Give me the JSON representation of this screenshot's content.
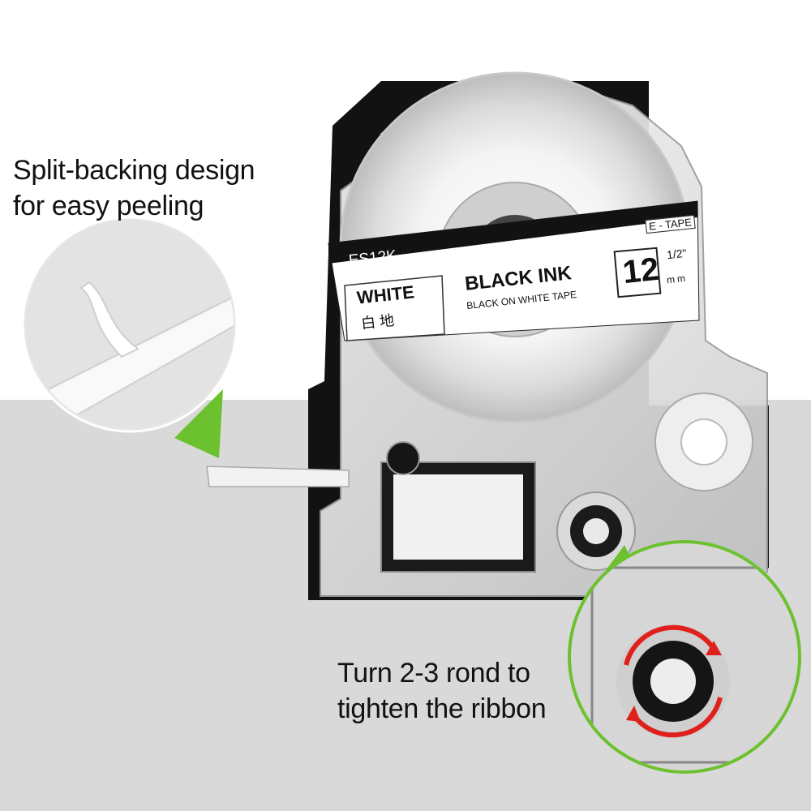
{
  "captions": {
    "peel_line1": "Split-backing design",
    "peel_line2": "for easy peeling",
    "ribbon_line1": "Turn 2-3 rond to",
    "ribbon_line2": "tighten the ribbon"
  },
  "cartridge_label": {
    "model": "ES12K",
    "brand_tag": "E - TAPE",
    "tape_color": "WHITE",
    "tape_color_cjk": "白 地",
    "ink": "BLACK INK",
    "description": "BLACK ON WHITE TAPE",
    "width_mm": "12",
    "width_inch": "1/2\"",
    "unit": "mm"
  },
  "colors": {
    "accent_green": "#6cc22e",
    "arrow_red": "#e0201c",
    "lower_background": "#d9d9d9",
    "cartridge_black": "#111111"
  },
  "icons": {
    "peel_callout": "magnifier-peel-icon",
    "ribbon_callout": "magnifier-spool-icon",
    "rotate_arrows": "rotate-arrows-icon"
  }
}
